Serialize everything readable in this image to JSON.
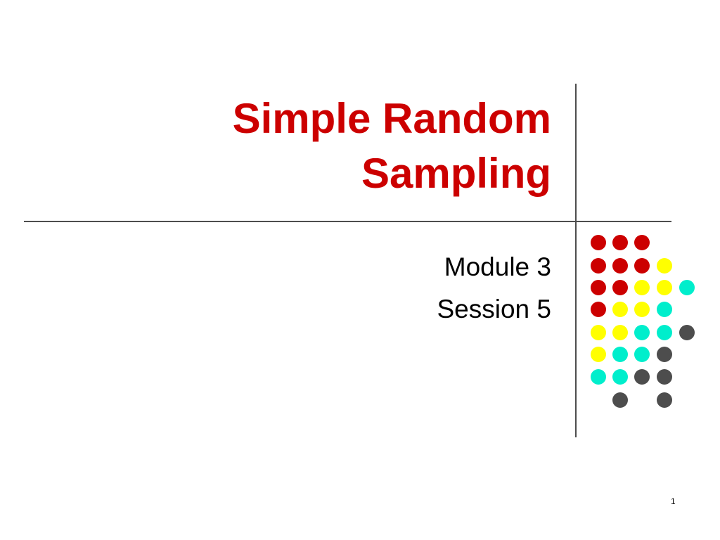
{
  "slide": {
    "title_lines": [
      "Simple Random",
      "Sampling"
    ],
    "subtitle_lines": [
      "Module 3",
      "Session 5"
    ],
    "page_number": "1"
  },
  "colors": {
    "title": "#cc0000",
    "red": "#cc0000",
    "yellow": "#ffff00",
    "cyan": "#00eecc",
    "gray": "#4d4d4d"
  },
  "dot_grid": {
    "columns_x": [
      851,
      882,
      913,
      945,
      977
    ],
    "rows_y": [
      345,
      378,
      409,
      440,
      473,
      504,
      536,
      569
    ],
    "rows": [
      [
        "red",
        "red",
        "red",
        null,
        null
      ],
      [
        "red",
        "red",
        "red",
        "yellow",
        null
      ],
      [
        "red",
        "red",
        "yellow",
        "yellow",
        "cyan"
      ],
      [
        "red",
        "yellow",
        "yellow",
        "cyan",
        null
      ],
      [
        "yellow",
        "yellow",
        "cyan",
        "cyan",
        "gray"
      ],
      [
        "yellow",
        "cyan",
        "cyan",
        "gray",
        null
      ],
      [
        "cyan",
        "cyan",
        "gray",
        "gray",
        null
      ],
      [
        null,
        "gray",
        null,
        "gray",
        null
      ]
    ]
  }
}
